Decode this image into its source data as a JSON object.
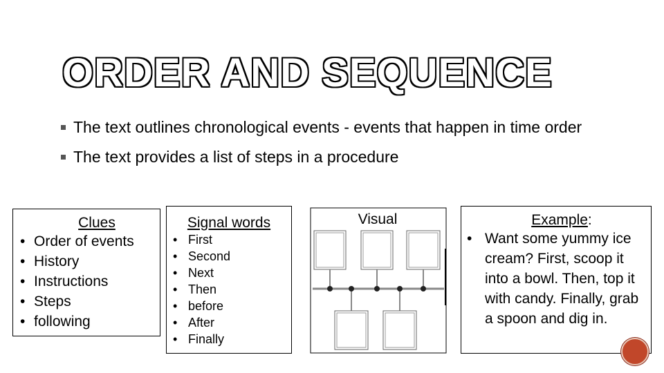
{
  "title": "ORDER AND SEQUENCE",
  "bullets": [
    "The text outlines chronological events - events that happen in time order",
    "The text provides a list of steps in a procedure"
  ],
  "clues": {
    "heading": "Clues",
    "items": [
      "Order of events",
      "History",
      "Instructions",
      "Steps",
      "following"
    ]
  },
  "signal_words": {
    "heading": "Signal words",
    "items": [
      "First",
      "Second",
      "Next",
      "Then",
      "before",
      "After",
      "Finally"
    ]
  },
  "visual": {
    "heading": "Visual"
  },
  "example": {
    "heading": "Example",
    "heading_suffix": ":",
    "text": "Want some yummy ice cream? First, scoop it into a bowl. Then, top it with candy. Finally, grab a spoon and dig in."
  },
  "colors": {
    "badge": "#c1472a",
    "bullet_marker": "#555555"
  }
}
